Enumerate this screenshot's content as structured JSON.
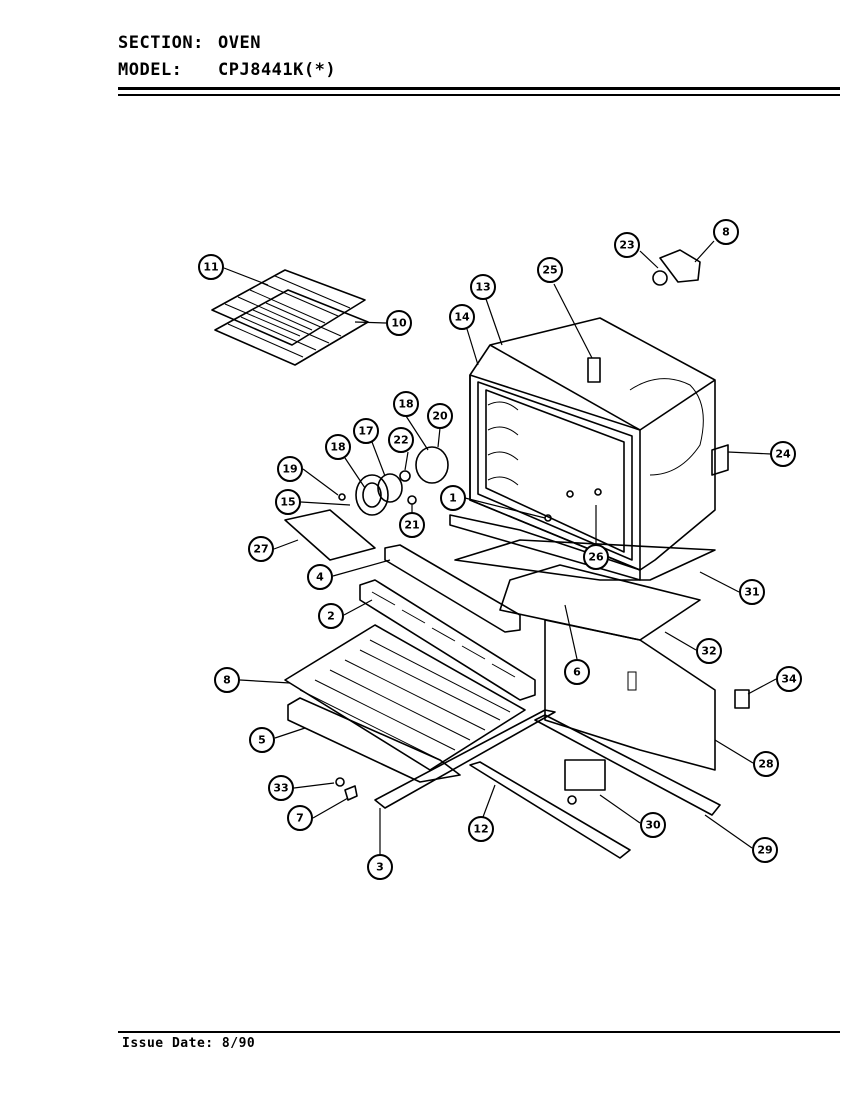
{
  "header": {
    "section_label": "SECTION:",
    "section_value": "OVEN",
    "model_label": "MODEL:",
    "model_value": "CPJ8441K(*)"
  },
  "footer": {
    "issue_date_label": "Issue Date:",
    "issue_date_value": "8/90"
  },
  "callouts": [
    "1",
    "2",
    "3",
    "4",
    "5",
    "6",
    "7",
    "8",
    "8",
    "10",
    "11",
    "12",
    "13",
    "14",
    "15",
    "17",
    "18",
    "18",
    "19",
    "20",
    "21",
    "22",
    "23",
    "24",
    "25",
    "26",
    "27",
    "28",
    "29",
    "30",
    "31",
    "32",
    "33",
    "34"
  ]
}
